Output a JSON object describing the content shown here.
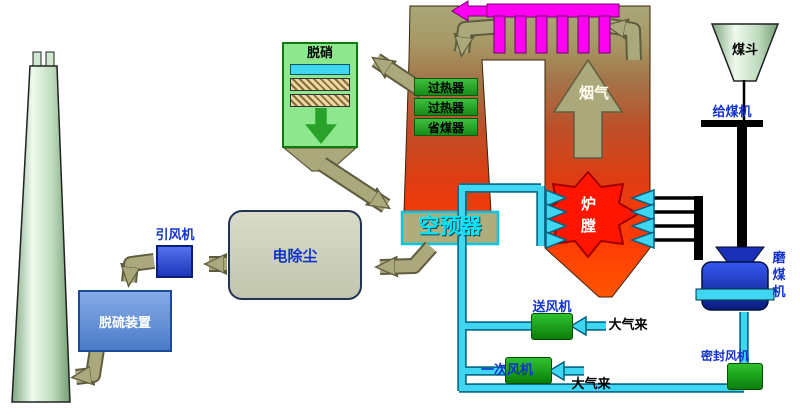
{
  "diagram": {
    "labels": {
      "denox": "脱硝",
      "superheater_1": "过热器",
      "superheater_2": "过热器",
      "economizer": "省煤器",
      "flue_gas": "烟气",
      "furnace": "炉膛",
      "air_preheater": "空预器",
      "esp": "电除尘",
      "id_fan": "引风机",
      "fgd": "脱硫装置",
      "coal_hopper": "煤斗",
      "coal_feeder": "给煤机",
      "coal_mill": "磨煤机",
      "fd_fan": "送风机",
      "primary_air_fan": "一次风机",
      "seal_fan": "密封风机",
      "air_inlet_fd": "大气来",
      "air_inlet_primary": "大气来"
    },
    "colors": {
      "flue_duct_khaki": "#ABA97B",
      "air_duct_cyan": "#3FD6F2",
      "flame_red": "#FF1500",
      "superheater_magenta": "#FF00F2",
      "fan_green": "#1FA31F",
      "id_fan_blue": "#3355DD",
      "fgd_blue": "#5E8FD6",
      "esp_gray": "#CDD0BC",
      "chimney_green": "#CFE8CF",
      "label_blue": "#1133CC"
    }
  }
}
